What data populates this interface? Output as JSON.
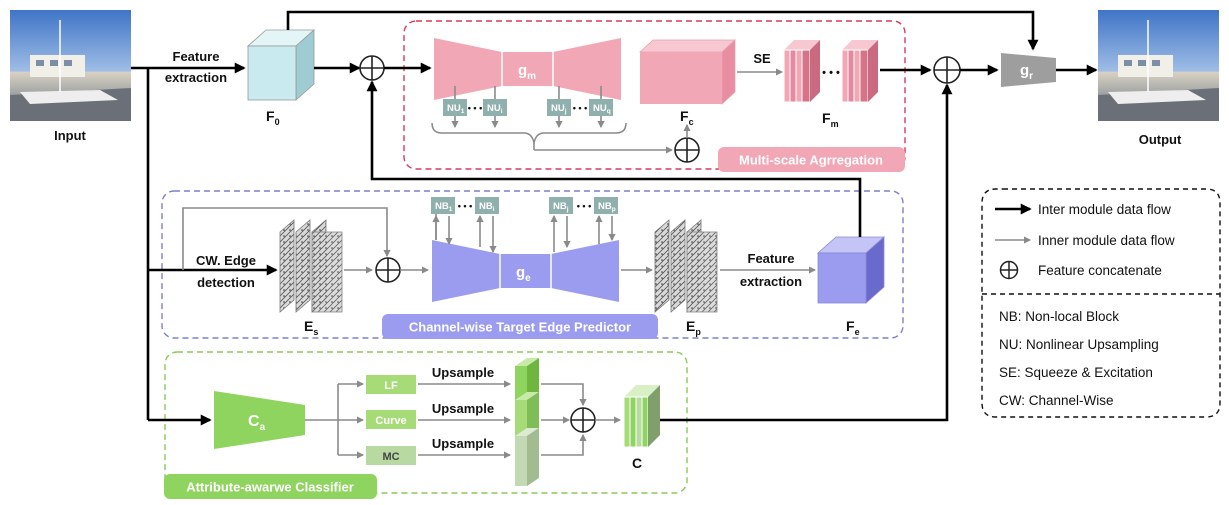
{
  "labels": {
    "input": "Input",
    "output": "Output",
    "feature_extraction_1": "Feature",
    "feature_extraction_2": "extraction",
    "f0": "F",
    "f0_sub": "0",
    "gm": "g",
    "gm_sub": "m",
    "nu": "NU",
    "nu_sub_1": "1",
    "nu_sub_i": "i",
    "nu_sub_j": "j",
    "nu_sub_q": "q",
    "fc": "F",
    "fc_sub": "c",
    "se": "SE",
    "fm": "F",
    "fm_sub": "m",
    "gr": "g",
    "gr_sub": "r",
    "cw_edge_1": "CW. Edge",
    "cw_edge_2": "detection",
    "es": "E",
    "es_sub": "s",
    "nb": "NB",
    "nb_sub_1": "1",
    "nb_sub_i": "i",
    "nb_sub_j": "j",
    "nb_sub_p": "p",
    "ge": "g",
    "ge_sub": "e",
    "ep": "E",
    "ep_sub": "p",
    "feature_extraction_3": "Feature",
    "feature_extraction_4": "extraction",
    "fe": "F",
    "fe_sub": "e",
    "ca": "C",
    "ca_sub": "a",
    "lf": "LF",
    "curve": "Curve",
    "mc": "MC",
    "upsample": "Upsample",
    "c": "C",
    "dots": "• • •"
  },
  "modules": {
    "multiscale": "Multi-scale Agrregation",
    "edge_predictor": "Channel-wise Target Edge Predictor",
    "classifier": "Attribute-awarwe Classifier"
  },
  "legend": {
    "inter": "Inter module data flow",
    "inner": "Inner module data flow",
    "concat": "Feature concatenate",
    "nb": "NB: Non-local Block",
    "nu": "NU: Nonlinear Upsampling",
    "se": "SE: Squeeze & Excitation",
    "cw": "CW: Channel-Wise"
  },
  "colors": {
    "pink": "#f2a7b6",
    "pink_border": "#d63a5a",
    "blue": "#9b9bef",
    "blue_border": "#7b80cc",
    "green": "#8ed45f",
    "green_border": "#8cc85a",
    "cyan": "#c9ebf0",
    "teal": "#8fb0ad",
    "gray": "#9e9e9e"
  }
}
